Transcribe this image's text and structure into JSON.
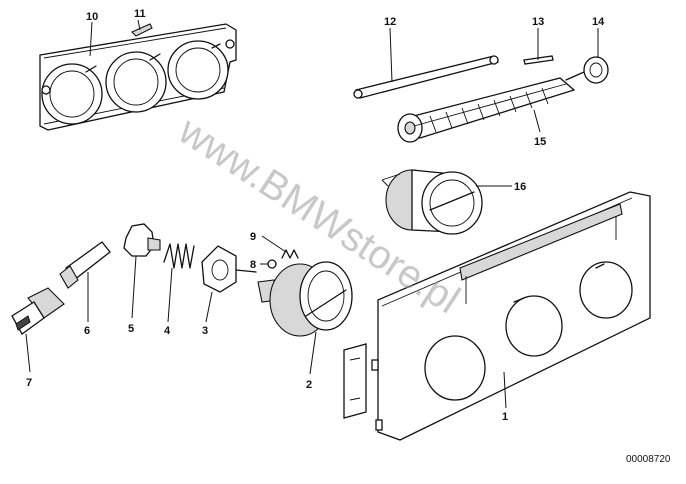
{
  "watermark": "www.BMWstore.pl",
  "document_number": "00008720",
  "parts": [
    {
      "id": "p1",
      "label": "1"
    },
    {
      "id": "p2",
      "label": "2"
    },
    {
      "id": "p3",
      "label": "3"
    },
    {
      "id": "p4",
      "label": "4"
    },
    {
      "id": "p5",
      "label": "5"
    },
    {
      "id": "p6",
      "label": "6"
    },
    {
      "id": "p7",
      "label": "7"
    },
    {
      "id": "p8",
      "label": "8"
    },
    {
      "id": "p9",
      "label": "9"
    },
    {
      "id": "p10",
      "label": "10"
    },
    {
      "id": "p11",
      "label": "11"
    },
    {
      "id": "p12",
      "label": "12"
    },
    {
      "id": "p13",
      "label": "13"
    },
    {
      "id": "p14",
      "label": "14"
    },
    {
      "id": "p15",
      "label": "15"
    },
    {
      "id": "p16",
      "label": "16"
    }
  ]
}
